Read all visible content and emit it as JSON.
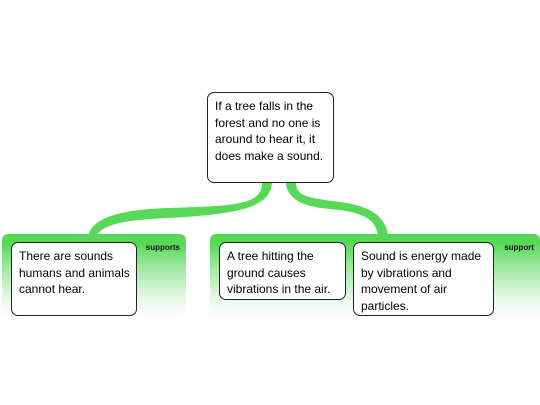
{
  "claim": {
    "text": "If a tree falls in the forest and no one is around to hear it, it does make a sound."
  },
  "groups": [
    {
      "label": "supports",
      "premises": [
        {
          "text": "There are sounds humans and animals cannot hear."
        }
      ]
    },
    {
      "label": "support",
      "premises": [
        {
          "text": "A tree hitting the ground causes vibrations in the air."
        },
        {
          "text": "Sound is energy made by vibrations and movement of air particles."
        }
      ]
    }
  ],
  "colors": {
    "connector": "#57d957",
    "panel": "#57d957",
    "node_border": "#222222"
  }
}
